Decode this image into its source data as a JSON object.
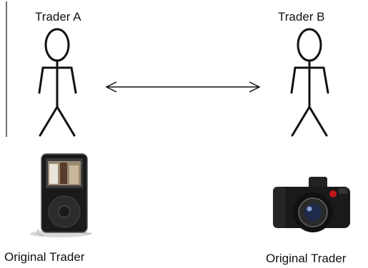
{
  "trader_a": {
    "name": "Trader A",
    "item_caption": "Original Trader",
    "item_icon": "ipod-icon"
  },
  "trader_b": {
    "name": "Trader B",
    "item_caption": "Original Trader",
    "item_icon": "camera-icon"
  },
  "connector": {
    "icon": "double-headed-arrow-icon"
  },
  "colors": {
    "stroke": "#111111",
    "device_body": "#1a1a1a",
    "screen": "#3b3b3b"
  }
}
